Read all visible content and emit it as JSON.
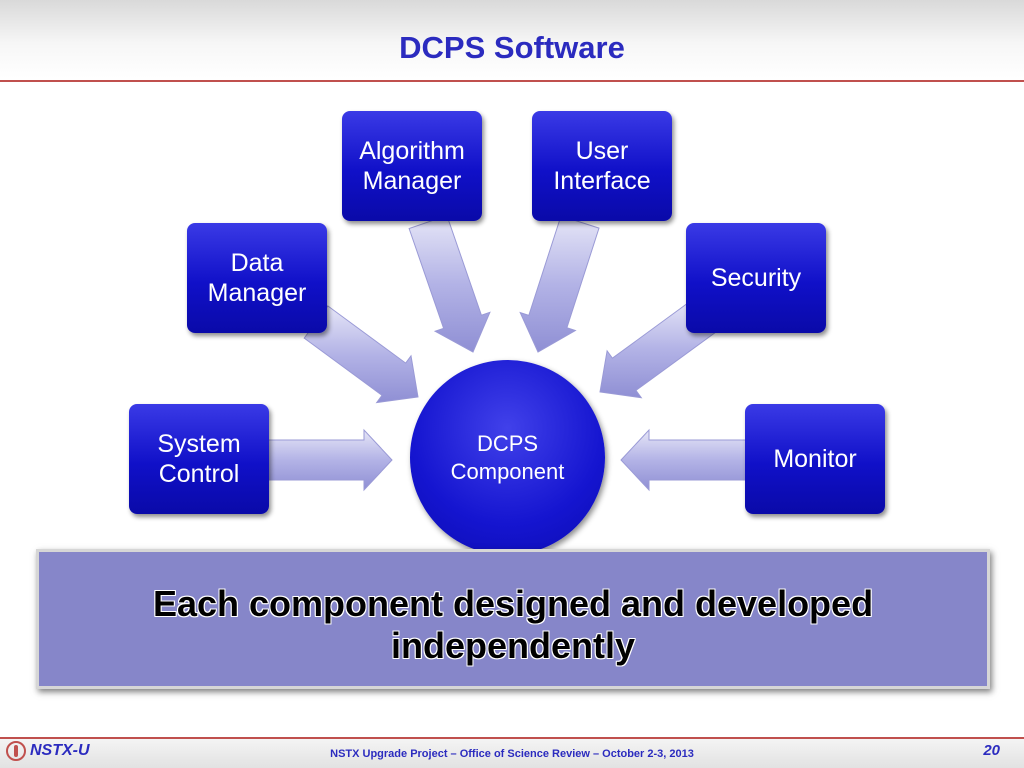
{
  "slide": {
    "title": "DCPS Software",
    "center": "DCPS\nComponent",
    "components": {
      "system_control": "System\nControl",
      "data_manager": "Data\nManager",
      "algorithm_manager": "Algorithm\nManager",
      "user_interface": "User\nInterface",
      "security": "Security",
      "monitor": "Monitor"
    },
    "banner": "Each component designed and developed\nindependently"
  },
  "footer": {
    "logo": "NSTX-U",
    "text": "NSTX Upgrade Project – Office of Science Review – October 2-3, 2013",
    "page_number": "20"
  },
  "colors": {
    "title": "#2b2bbf",
    "box": "#1010c8",
    "arrow": "#b3b3e6",
    "banner": "#8686c9",
    "rule": "#c0504d"
  }
}
